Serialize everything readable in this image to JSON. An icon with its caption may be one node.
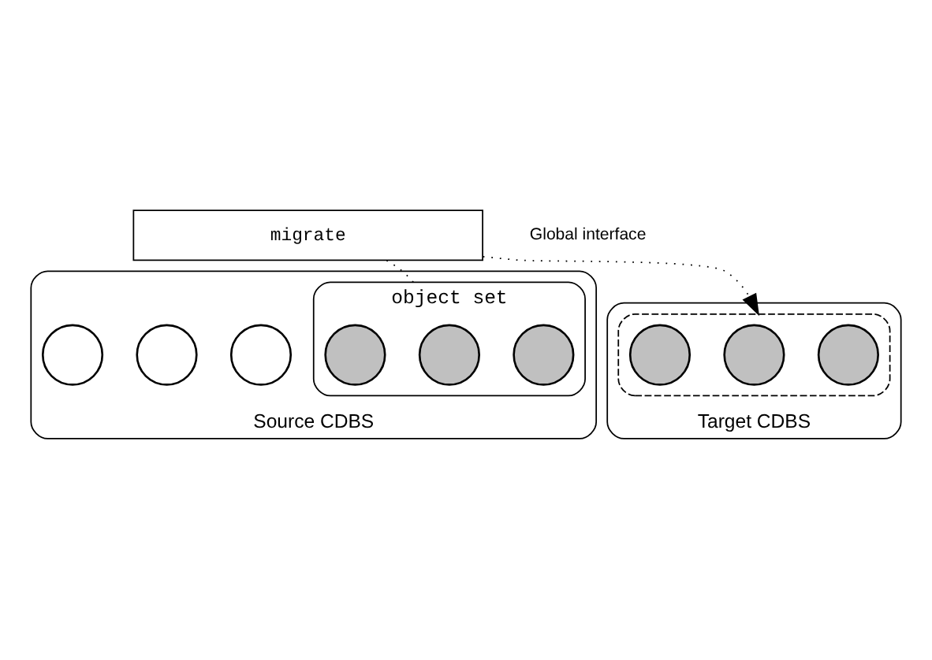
{
  "diagram": {
    "nodes": [
      {
        "text": [
          "migrate"
        ],
        "beside": [
          "Global interface"
        ]
      },
      {
        "text": [
          "Source CDBS"
        ]
      },
      {
        "text": [
          "object set"
        ],
        "in": 1
      },
      {
        "text": [],
        "shape": "circle",
        "in": 2
      },
      {
        "text": [],
        "shape": "circle",
        "in": 2
      },
      {
        "text": [],
        "shape": "circle",
        "in": 2
      },
      {
        "text": [],
        "shape": "circle",
        "in": 1
      },
      {
        "text": [],
        "shape": "circle",
        "in": 1
      },
      {
        "text": [],
        "shape": "circle",
        "in": 1
      },
      {
        "text": [
          "Target CDBS"
        ]
      },
      {
        "text": [],
        "shape": "blob",
        "in": 9
      },
      {
        "text": [],
        "shape": "circle",
        "in": 10
      },
      {
        "text": [],
        "shape": "circle",
        "in": 10
      },
      {
        "text": [],
        "shape": "circle",
        "in": 10
      }
    ],
    "edges": [
      {
        "from": 2,
        "to": 0,
        "arrow": "none"
      },
      {
        "from": 0,
        "to": 10,
        "arrow": "to"
      }
    ]
  }
}
